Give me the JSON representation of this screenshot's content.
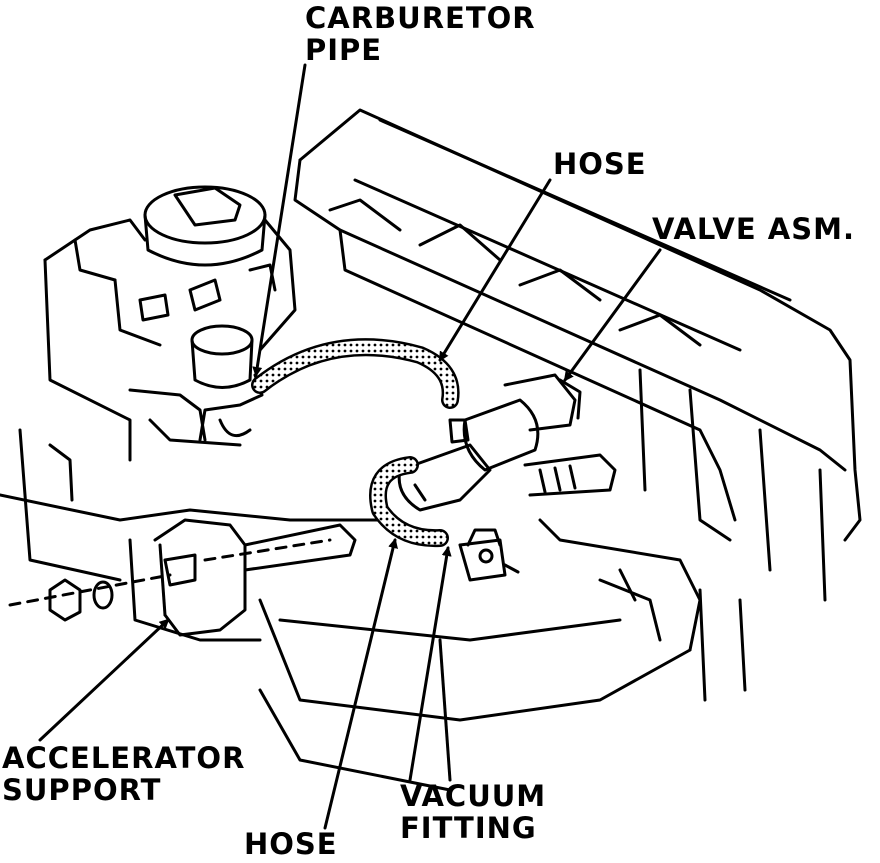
{
  "labels": {
    "carburetor_pipe": [
      "CARBURETOR",
      "PIPE"
    ],
    "hose_upper": "HOSE",
    "valve_asm": "VALVE ASM.",
    "accelerator_support": [
      "ACCELERATOR",
      "SUPPORT"
    ],
    "hose_lower": "HOSE",
    "vacuum_fitting": [
      "VACUUM",
      "FITTING"
    ]
  },
  "colors": {
    "ink": "#000000",
    "paper": "#ffffff"
  }
}
